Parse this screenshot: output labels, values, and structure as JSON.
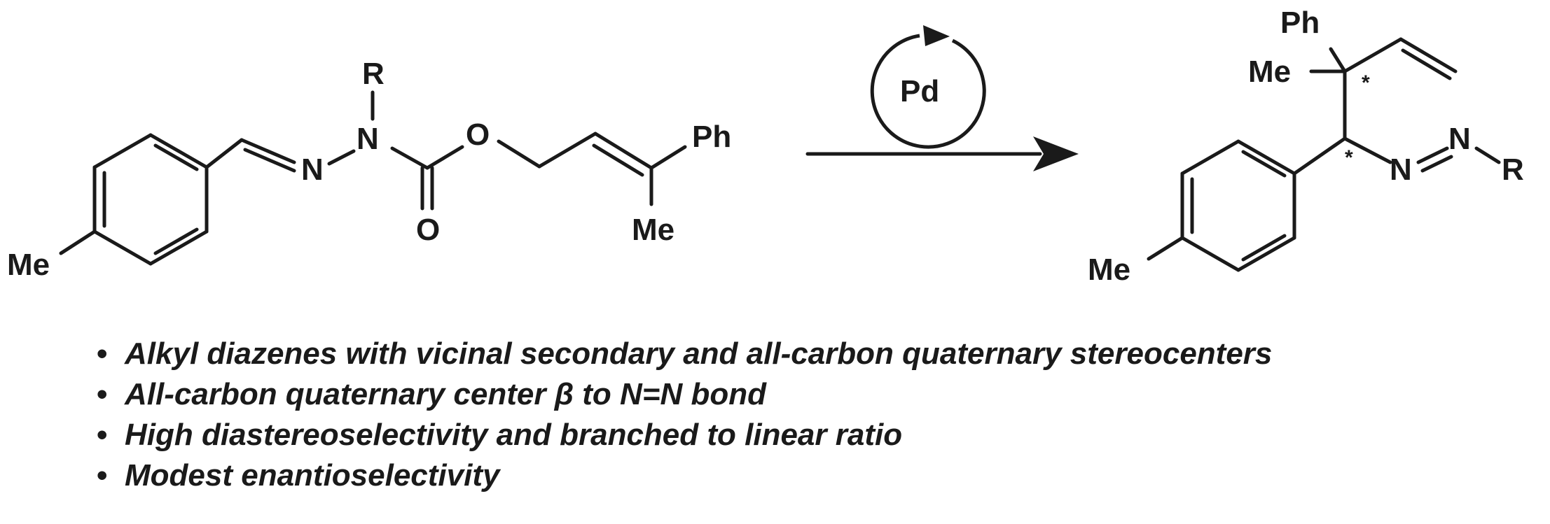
{
  "reactant": {
    "labels": {
      "me": "Me",
      "r": "R",
      "n_imine": "N",
      "n_amide": "N",
      "o_ester": "O",
      "o_carbonyl": "O",
      "ph": "Ph",
      "me_alkene": "Me"
    }
  },
  "catalyst": {
    "label": "Pd",
    "icon": "catalytic-cycle-icon"
  },
  "product": {
    "labels": {
      "ph": "Ph",
      "me_quat": "Me",
      "me_aryl": "Me",
      "n_1": "N",
      "n_2": "N",
      "r": "R",
      "star_quat": "*",
      "star_sec": "*"
    }
  },
  "bullets": [
    {
      "symbol": "•",
      "text": "Alkyl diazenes with vicinal secondary and all-carbon quaternary stereocenters"
    },
    {
      "symbol": "•",
      "text": "All-carbon quaternary center β to N=N bond"
    },
    {
      "symbol": "•",
      "text": "High diastereoselectivity and branched to linear ratio"
    },
    {
      "symbol": "•",
      "text": "Modest enantioselectivity"
    }
  ]
}
